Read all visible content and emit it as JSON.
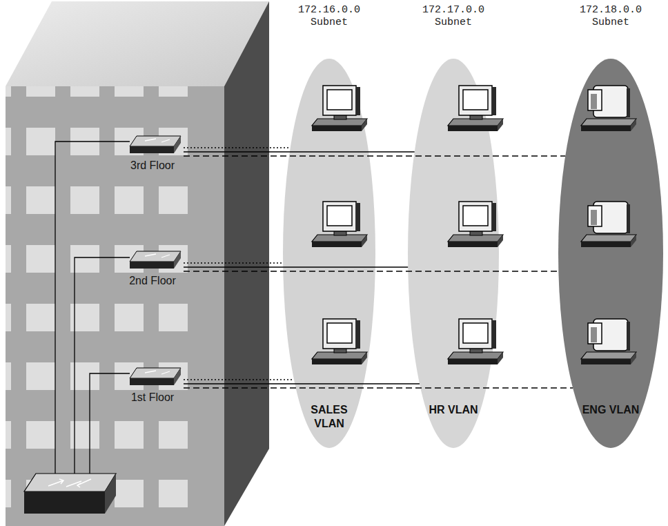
{
  "diagram": {
    "nodes": [
      {
        "text": [
          "3rd Floor"
        ]
      },
      {
        "text": [
          "2nd Floor"
        ]
      },
      {
        "text": [
          "1st Floor"
        ]
      },
      {
        "text": [
          "172.16.0.0 Subnet",
          "SALES VLAN"
        ]
      },
      {
        "text": [
          "172.17.0.0 Subnet",
          "HR VLAN"
        ]
      },
      {
        "text": [
          "172.18.0.0 Subnet",
          "ENG VLAN"
        ]
      }
    ],
    "edges": [
      {
        "from": 0,
        "to": 3,
        "arrow": "none"
      },
      {
        "from": 0,
        "to": 4,
        "arrow": "none"
      },
      {
        "from": 0,
        "to": 5,
        "arrow": "none"
      },
      {
        "from": 1,
        "to": 3,
        "arrow": "none"
      },
      {
        "from": 1,
        "to": 4,
        "arrow": "none"
      },
      {
        "from": 1,
        "to": 5,
        "arrow": "none"
      },
      {
        "from": 2,
        "to": 3,
        "arrow": "none"
      },
      {
        "from": 2,
        "to": 4,
        "arrow": "none"
      },
      {
        "from": 2,
        "to": 5,
        "arrow": "none"
      }
    ]
  }
}
